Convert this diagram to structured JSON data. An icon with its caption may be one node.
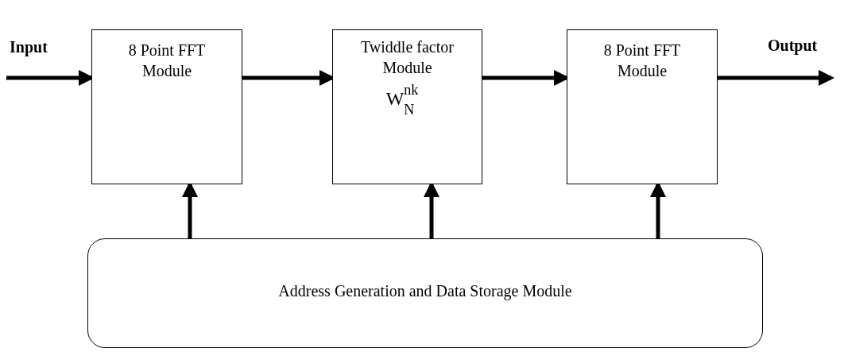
{
  "diagram": {
    "nodes": [
      {
        "text": [
          "8 Point FFT Module"
        ]
      },
      {
        "text": [
          "Twiddle factor Module",
          "W$^{nk}$$_{N}$"
        ]
      },
      {
        "text": [
          "8 Point FFT Module"
        ]
      },
      {
        "text": [
          "Address Generation and Data Storage Module"
        ]
      }
    ],
    "edges": [
      {
        "from": null,
        "to": 0,
        "arrow": "to"
      },
      {
        "from": 0,
        "to": 1,
        "arrow": "to"
      },
      {
        "from": 1,
        "to": 2,
        "arrow": "to"
      },
      {
        "from": 2,
        "to": null,
        "arrow": "to"
      },
      {
        "from": 3,
        "to": 0,
        "arrow": "to"
      },
      {
        "from": 3,
        "to": 1,
        "arrow": "to"
      },
      {
        "from": 3,
        "to": 2,
        "arrow": "to"
      }
    ],
    "labels": [
      "Input",
      "Output"
    ]
  }
}
